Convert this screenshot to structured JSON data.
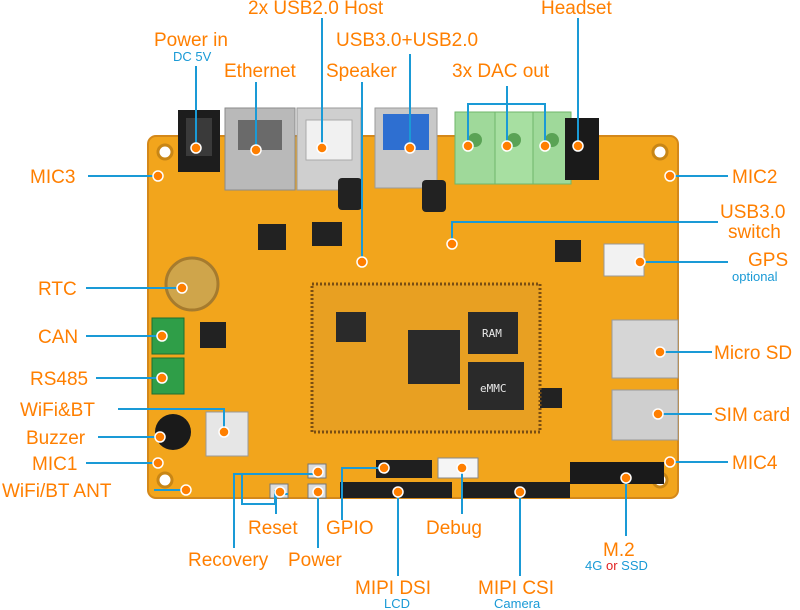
{
  "labels": {
    "usb2_host": "2x USB2.0 Host",
    "headset": "Headset",
    "power_in": "Power in",
    "power_in_sub": "DC 5V",
    "usb3_usb2": "USB3.0+USB2.0",
    "ethernet": "Ethernet",
    "speaker": "Speaker",
    "dac_out": "3x DAC out",
    "mic3": "MIC3",
    "mic2": "MIC2",
    "usb3_switch_1": "USB3.0",
    "usb3_switch_2": "switch",
    "gps": "GPS",
    "gps_sub": "optional",
    "rtc": "RTC",
    "can": "CAN",
    "micro_sd": "Micro SD",
    "rs485": "RS485",
    "wifi_bt": "WiFi&BT",
    "sim_card": "SIM card",
    "buzzer": "Buzzer",
    "mic1": "MIC1",
    "mic4": "MIC4",
    "wifi_bt_ant": "WiFi/BT ANT",
    "reset": "Reset",
    "gpio": "GPIO",
    "debug": "Debug",
    "m2": "M.2",
    "m2_sub_a": "4G",
    "m2_sub_or": "or",
    "m2_sub_b": "SSD",
    "recovery": "Recovery",
    "power": "Power",
    "mipi_dsi": "MIPI DSI",
    "mipi_dsi_sub": "LCD",
    "mipi_csi": "MIPI CSI",
    "mipi_csi_sub": "Camera"
  },
  "board": {
    "chips": [
      "RAM",
      "eMMC"
    ],
    "colors": {
      "pcb": "#f2a51c",
      "text": "#ff7f00",
      "sub": "#1a9ad6",
      "lead": "#1a9ad6"
    }
  }
}
